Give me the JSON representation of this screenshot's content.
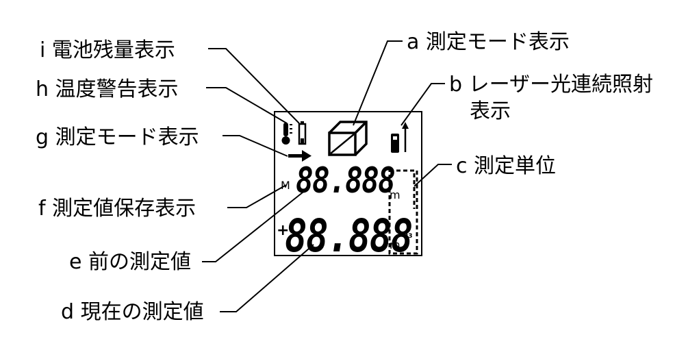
{
  "labels": {
    "i": "i 電池残量表示",
    "h": "h 温度警告表示",
    "g": "g 測定モード表示",
    "f": "f 測定値保存表示",
    "e": "e 前の測定値",
    "d": "d 現在の測定値",
    "a": "a 測定モード表示",
    "b_line1": "b レーザー光連続照射",
    "b_line2": "表示",
    "c": "c 測定単位"
  },
  "display": {
    "memory_indicator": "M",
    "previous_value": "88.888",
    "current_value": "88.888",
    "current_sign": "+",
    "unit_top": "m",
    "unit_bottom": "m",
    "unit_exponent": "23"
  }
}
